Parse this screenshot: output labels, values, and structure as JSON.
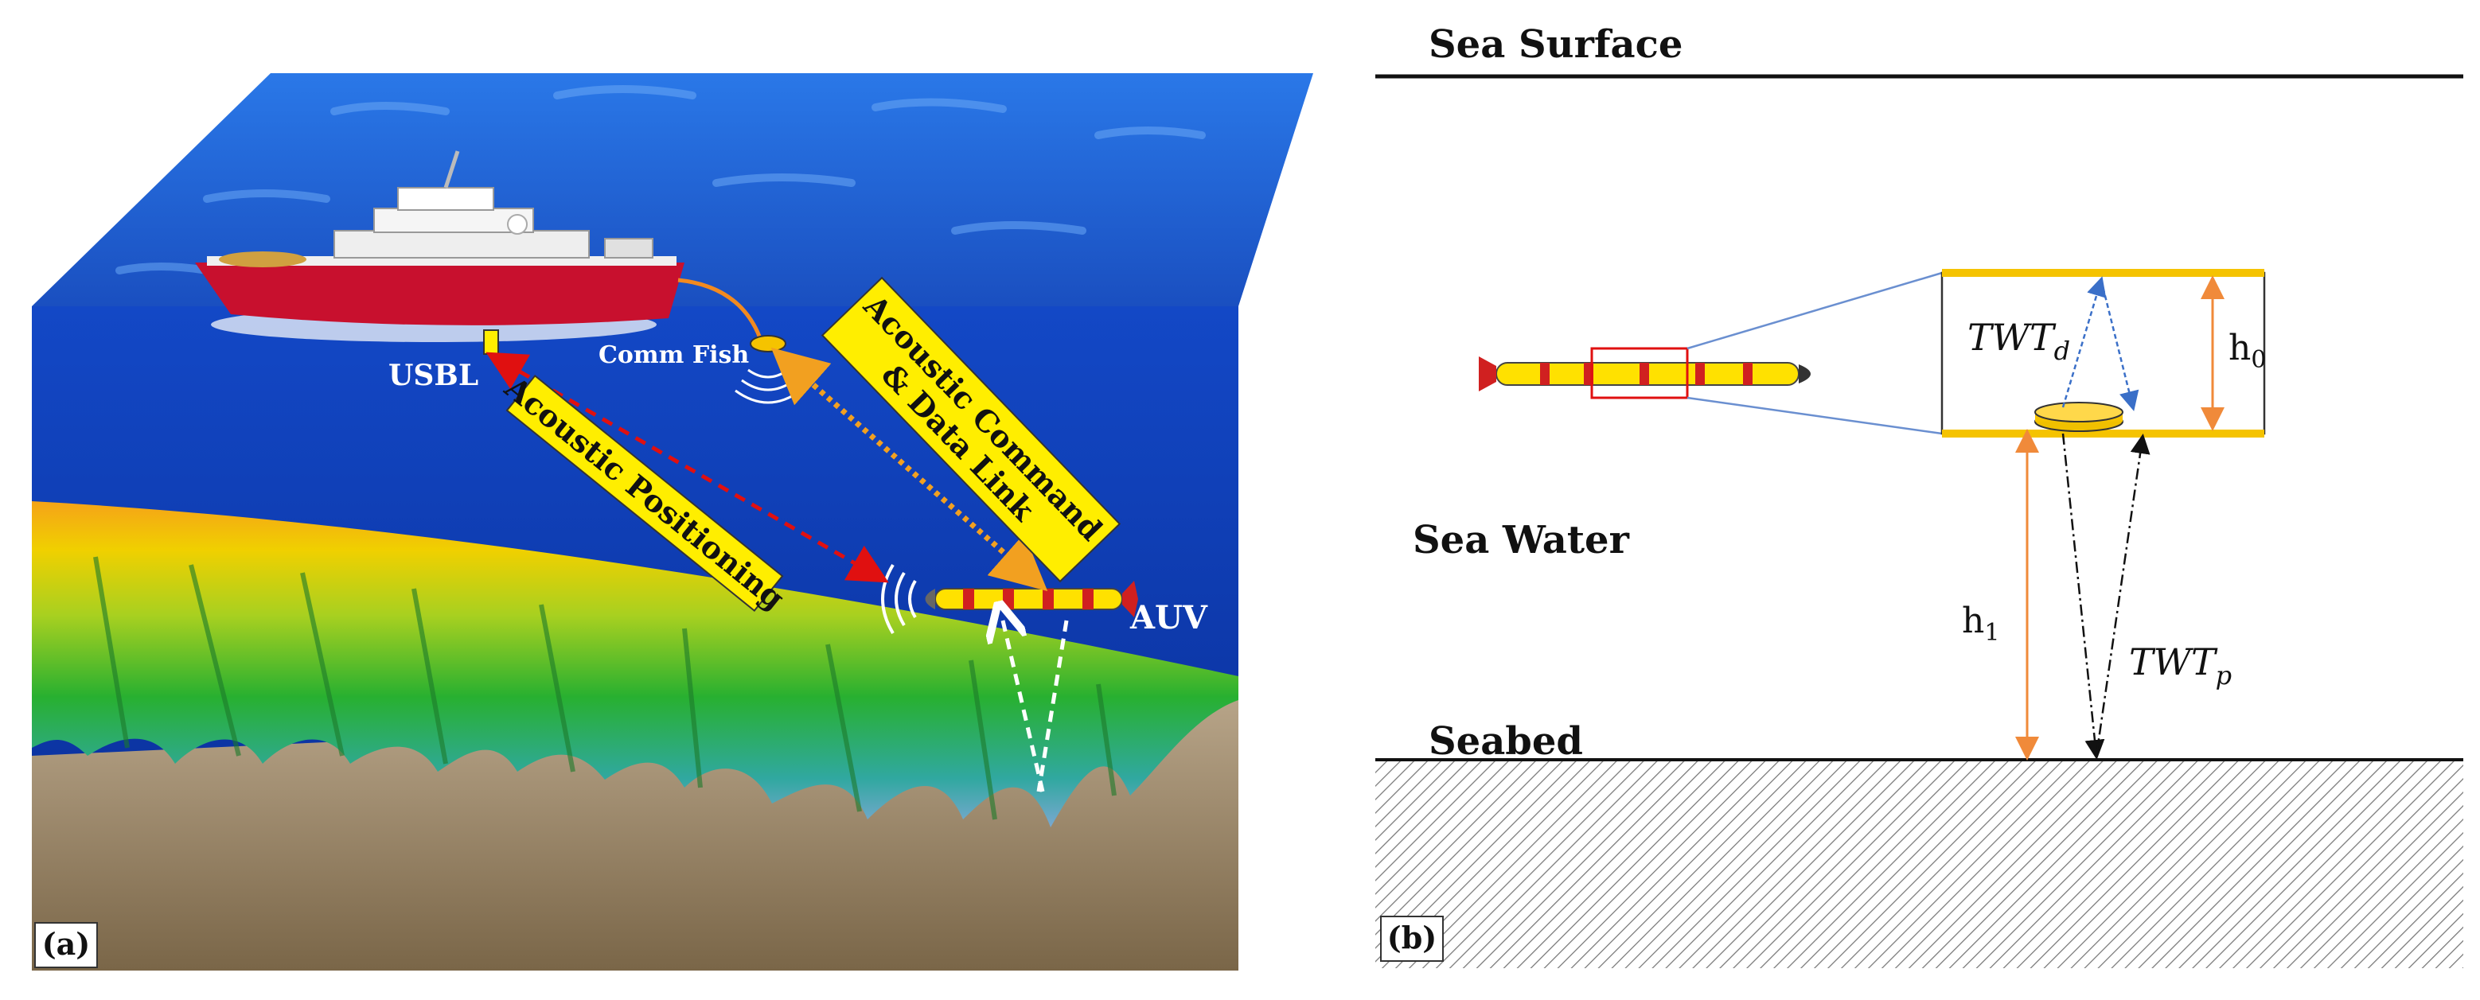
{
  "panel_a": {
    "label": "(a)",
    "usbl_label": "USBL",
    "comm_fish_label": "Comm Fish",
    "auv_label": "AUV",
    "acoustic_positioning_label": "Acoustic Positioning",
    "acoustic_command_line1": "Acoustic Command",
    "acoustic_command_line2": "& Data Link"
  },
  "panel_b": {
    "label": "(b)",
    "sea_surface": "Sea Surface",
    "sea_water": "Sea Water",
    "seabed": "Seabed",
    "twt_d": "TWT",
    "twt_d_sub": "d",
    "twt_p": "TWT",
    "twt_p_sub": "p",
    "h0": "h",
    "h0_sub": "0",
    "h1": "h",
    "h1_sub": "1"
  },
  "colors": {
    "sky_water_top": "#1f5fd6",
    "deep_water": "#0a2f9a",
    "callout_yellow": "#ffee00",
    "ship_hull": "#c8102e",
    "red_arrow": "#e01010",
    "orange_arrow": "#f2a020",
    "blue_arrow": "#3a6fc8",
    "orange_line": "#f08a3a"
  }
}
